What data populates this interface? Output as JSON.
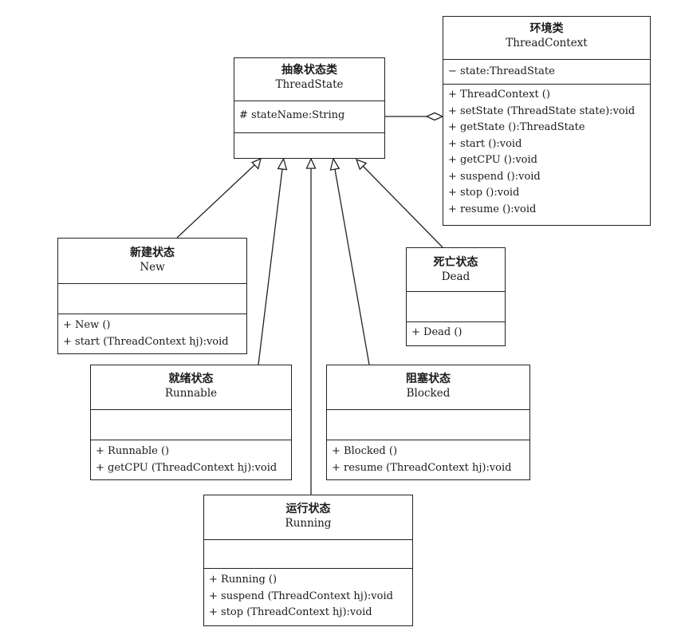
{
  "classes": {
    "threadstate": {
      "cn": "抽象状态类",
      "en": "ThreadState",
      "attrs": [
        "# stateName:String"
      ],
      "ops": []
    },
    "threadcontext": {
      "cn": "环境类",
      "en": "ThreadContext",
      "attrs": [
        "− state:ThreadState"
      ],
      "ops": [
        "+ ThreadContext ()",
        "+ setState (ThreadState state):void",
        "+ getState ():ThreadState",
        "+ start ():void",
        "+ getCPU ():void",
        "+ suspend ():void",
        "+ stop ():void",
        "+ resume ():void"
      ]
    },
    "new": {
      "cn": "新建状态",
      "en": "New",
      "attrs": [],
      "ops": [
        "+ New ()",
        "+ start (ThreadContext hj):void"
      ]
    },
    "dead": {
      "cn": "死亡状态",
      "en": "Dead",
      "attrs": [],
      "ops": [
        "+ Dead ()"
      ]
    },
    "runnable": {
      "cn": "就绪状态",
      "en": "Runnable",
      "attrs": [],
      "ops": [
        "+ Runnable ()",
        "+ getCPU (ThreadContext hj):void"
      ]
    },
    "blocked": {
      "cn": "阻塞状态",
      "en": "Blocked",
      "attrs": [],
      "ops": [
        "+ Blocked ()",
        "+ resume (ThreadContext hj):void"
      ]
    },
    "running": {
      "cn": "运行状态",
      "en": "Running",
      "attrs": [],
      "ops": [
        "+ Running ()",
        "+ suspend (ThreadContext hj):void",
        "+ stop (ThreadContext hj):void"
      ]
    }
  },
  "relations": [
    {
      "type": "generalization",
      "from": "new",
      "to": "threadstate"
    },
    {
      "type": "generalization",
      "from": "runnable",
      "to": "threadstate"
    },
    {
      "type": "generalization",
      "from": "running",
      "to": "threadstate"
    },
    {
      "type": "generalization",
      "from": "blocked",
      "to": "threadstate"
    },
    {
      "type": "generalization",
      "from": "dead",
      "to": "threadstate"
    },
    {
      "type": "aggregation",
      "from": "threadstate",
      "to": "threadcontext"
    }
  ],
  "colors": {
    "line": "#222222",
    "background": "#ffffff"
  }
}
